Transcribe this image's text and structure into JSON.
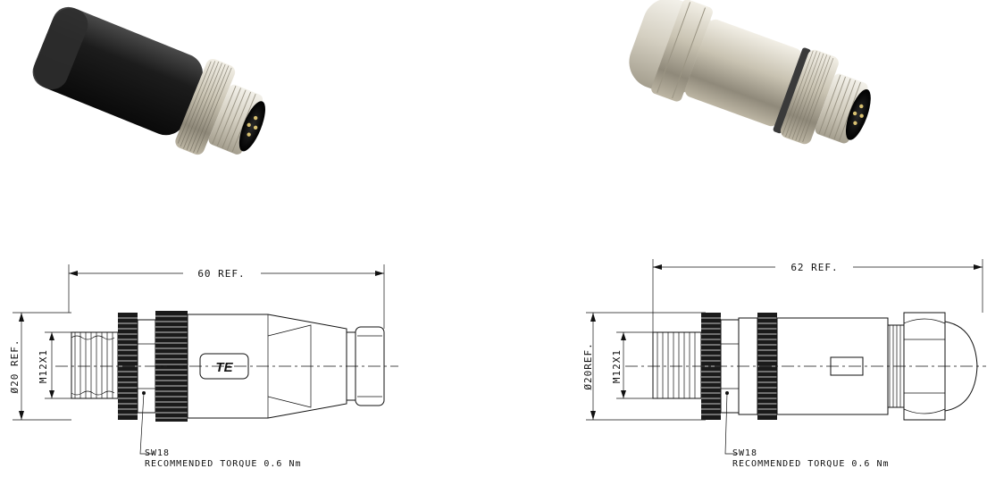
{
  "left_connector": {
    "photo_name": "black plastic M12 connector",
    "length_label": "60 REF.",
    "diameter_label": "Ø20 REF.",
    "thread_label": "M12X1",
    "wrench_label": "SW18",
    "torque_label": "RECOMMENDED TORQUE 0.6 Nm",
    "logo_text": "TE"
  },
  "right_connector": {
    "photo_name": "metal M12 connector",
    "length_label": "62 REF.",
    "diameter_label": "Ø20REF.",
    "thread_label": "M12X1",
    "wrench_label": "SW18",
    "torque_label": "RECOMMENDED TORQUE 0.6 Nm"
  }
}
